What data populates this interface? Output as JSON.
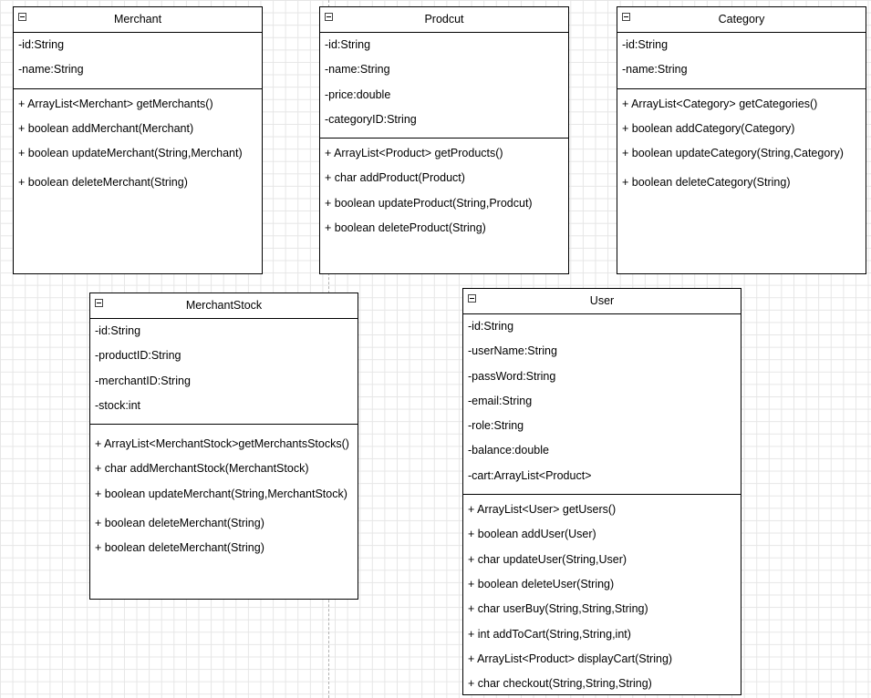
{
  "classes": [
    {
      "name": "Merchant",
      "attributes": [
        "-id:String",
        "-name:String"
      ],
      "operations": [
        "+ ArrayList<Merchant> getMerchants()",
        "+ boolean addMerchant(Merchant)",
        "+ boolean updateMerchant(String,Merchant)",
        "+ boolean deleteMerchant(String)"
      ]
    },
    {
      "name": "Prodcut",
      "attributes": [
        "-id:String",
        "-name:String",
        "-price:double",
        "-categoryID:String"
      ],
      "operations": [
        "+ ArrayList<Product> getProducts()",
        "+ char addProduct(Product)",
        "+ boolean updateProduct(String,Prodcut)",
        "+ boolean deleteProduct(String)"
      ]
    },
    {
      "name": "Category",
      "attributes": [
        "-id:String",
        "-name:String"
      ],
      "operations": [
        "+ ArrayList<Category> getCategories()",
        "+ boolean addCategory(Category)",
        "+ boolean updateCategory(String,Category)",
        "+ boolean deleteCategory(String)"
      ]
    },
    {
      "name": "MerchantStock",
      "attributes": [
        "-id:String",
        "-productID:String",
        "-merchantID:String",
        "-stock:int"
      ],
      "operations": [
        "+ ArrayList<MerchantStock>getMerchantsStocks()",
        "+ char addMerchantStock(MerchantStock)",
        "+ boolean updateMerchant(String,MerchantStock)",
        "+ boolean deleteMerchant(String)",
        "+ boolean deleteMerchant(String)"
      ]
    },
    {
      "name": "User",
      "attributes": [
        "-id:String",
        "-userName:String",
        "-passWord:String",
        "-email:String",
        "-role:String",
        "-balance:double",
        "-cart:ArrayList<Product>"
      ],
      "operations": [
        "+ ArrayList<User> getUsers()",
        "+ boolean addUser(User)",
        "+ char updateUser(String,User)",
        "+ boolean deleteUser(String)",
        "+ char userBuy(String,String,String)",
        "+ int addToCart(String,String,int)",
        "+ ArrayList<Product>  displayCart(String)",
        "+ char checkout(String,String,String)"
      ]
    }
  ]
}
